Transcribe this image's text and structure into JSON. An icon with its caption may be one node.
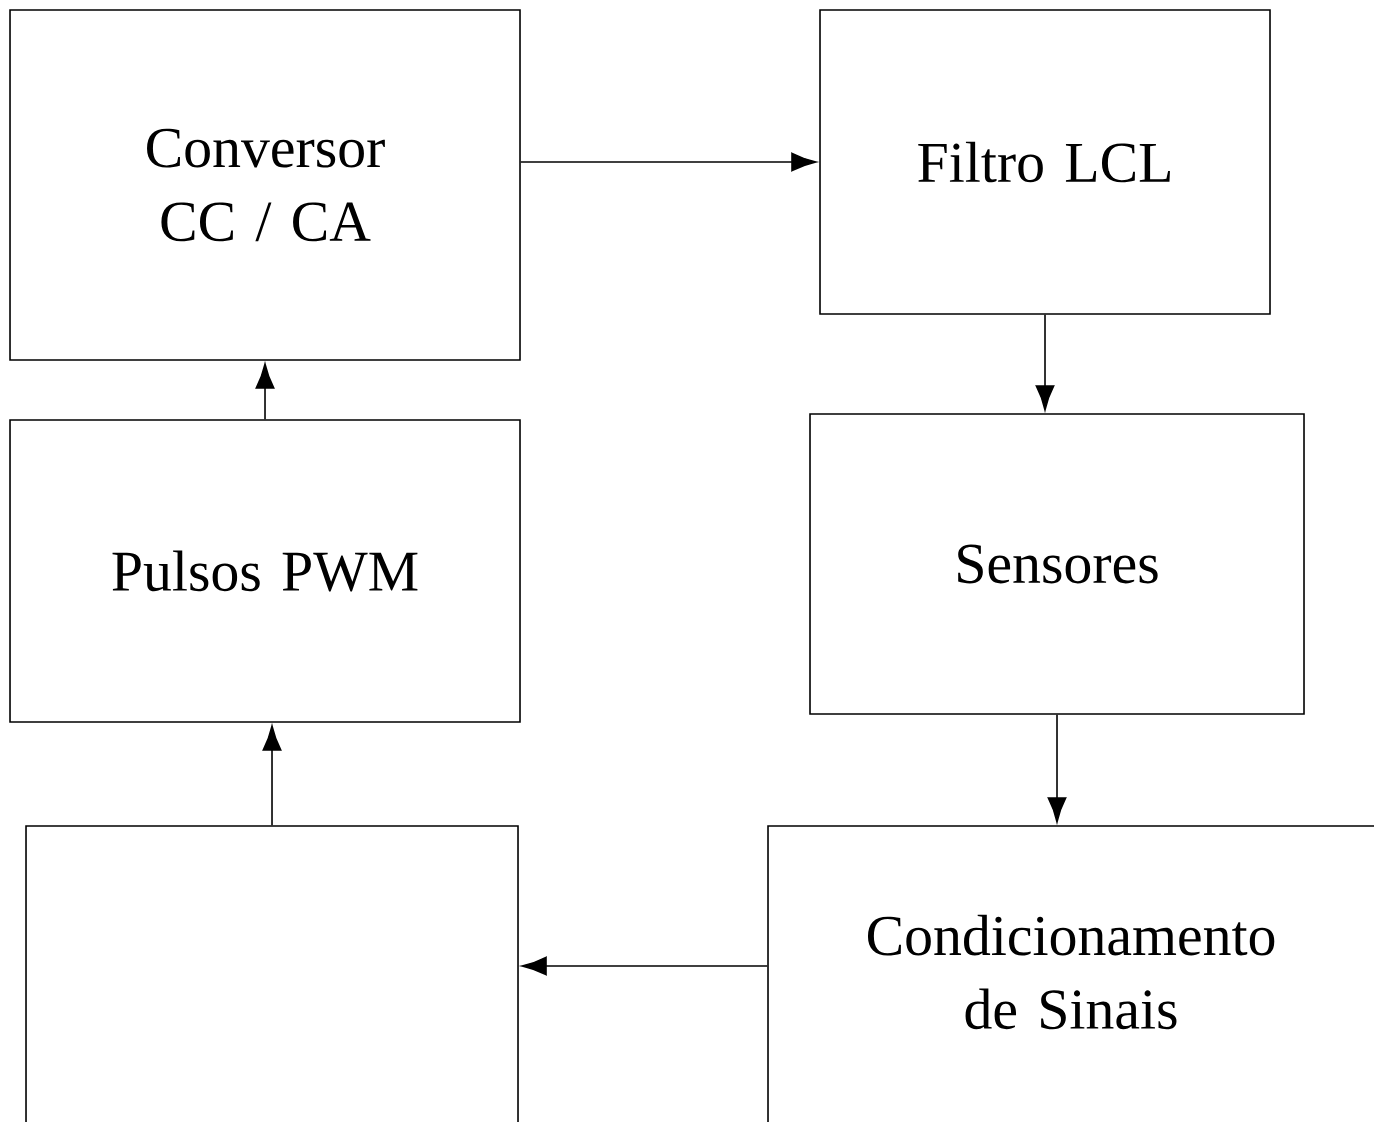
{
  "diagram": {
    "nodes": [
      {
        "text": [
          "Conversor CC / CA"
        ]
      },
      {
        "text": [
          "Filtro LCL"
        ]
      },
      {
        "text": [
          "Pulsos PWM"
        ]
      },
      {
        "text": [
          "Sensores"
        ]
      },
      {
        "text": [],
        "shape": "box"
      },
      {
        "text": [
          "Condicionamento de Sinais"
        ]
      }
    ],
    "edges": [
      {
        "from": 0,
        "to": 1,
        "arrow": "to"
      },
      {
        "from": 1,
        "to": 3,
        "arrow": "to"
      },
      {
        "from": 3,
        "to": 5,
        "arrow": "to"
      },
      {
        "from": 5,
        "to": 4,
        "arrow": "to"
      },
      {
        "from": 4,
        "to": 2,
        "arrow": "to"
      },
      {
        "from": 2,
        "to": 0,
        "arrow": "to"
      }
    ]
  }
}
